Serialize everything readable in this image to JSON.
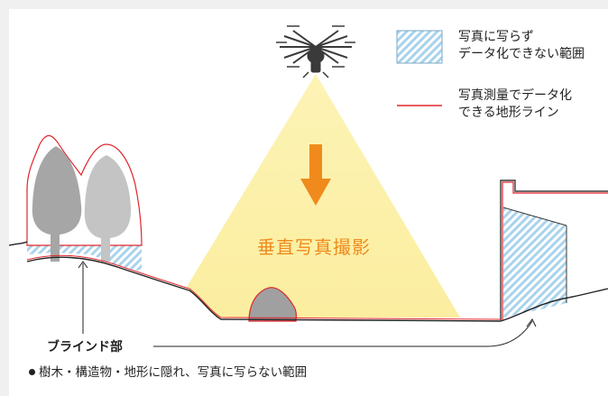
{
  "legend": {
    "hidden_area": {
      "line1": "写真に写らず",
      "line2": "データ化できない範囲"
    },
    "terrain_line": {
      "line1": "写真測量でデータ化",
      "line2": "できる地形ライン"
    }
  },
  "center_label": "垂直写真撮影",
  "blind_label": "ブラインド部",
  "note": "樹木・構造物・地形に隠れ、写真に写らない範囲",
  "colors": {
    "terrain_line": "#e0252c",
    "hidden_hatch": "#a9d3ec",
    "cone": "#fdf1a8",
    "arrow": "#f08a1c",
    "tree_front": "#a6a6a6",
    "tree_back": "#c4c4c4",
    "rock": "#a0a0a0"
  },
  "icons": {
    "drone": "drone-icon",
    "arrow": "down-arrow-icon"
  }
}
